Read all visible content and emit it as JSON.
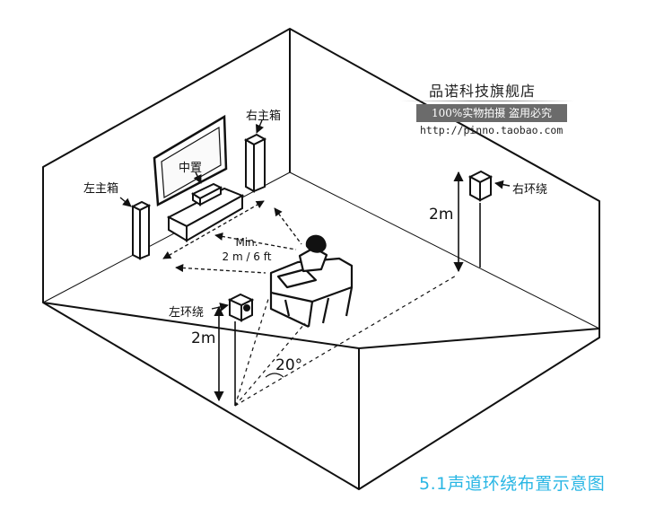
{
  "labels": {
    "front_left": "左主箱",
    "front_right": "右主箱",
    "center": "中置",
    "surround_left": "左环绕",
    "surround_right": "右环绕",
    "min_line1": "Min.",
    "min_line2": "2 m / 6 ft",
    "height_left": "2m",
    "height_right": "2m",
    "angle": "20°"
  },
  "watermark": {
    "store_name": "品诺科技旗舰店",
    "banner": "100%实物拍摄 盗用必究",
    "url": "http://pinno.taobao.com"
  },
  "caption": "5.1声道环绕布置示意图",
  "colors": {
    "line": "#111111",
    "caption": "#29b6e4",
    "banner_bg": "#6b6b6b"
  }
}
